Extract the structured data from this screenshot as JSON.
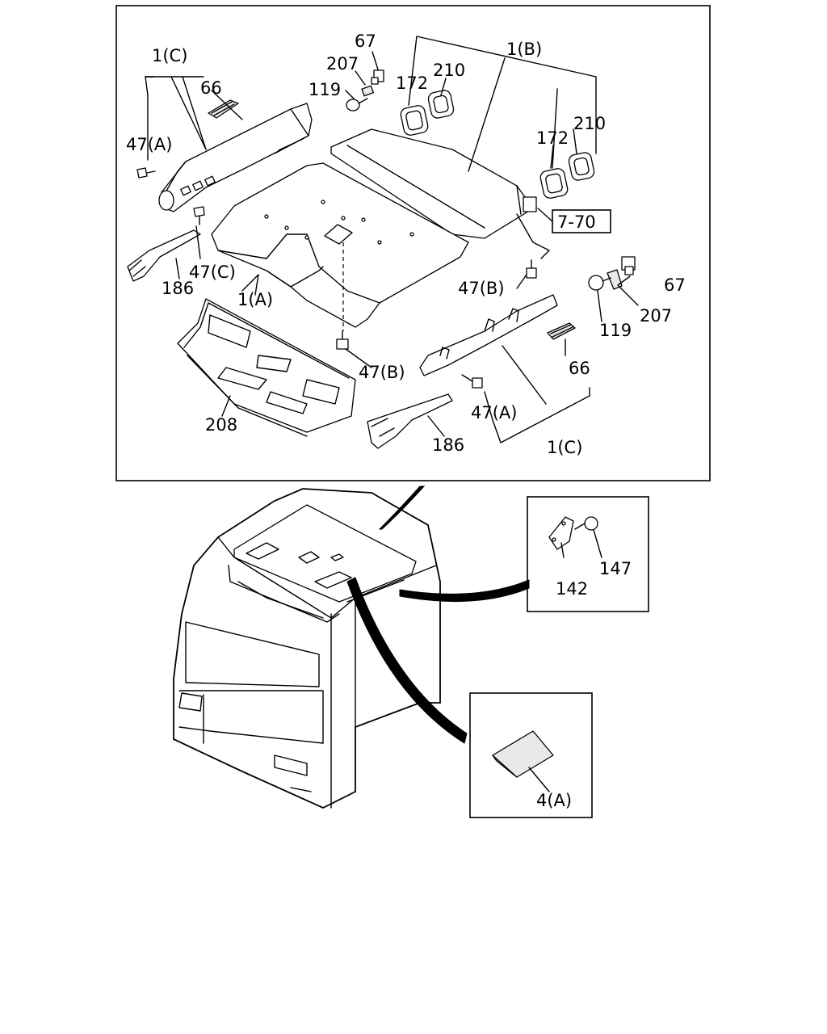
{
  "callouts": {
    "c_1C_top": "1(C)",
    "c_66_top": "66",
    "c_47A_top": "47(A)",
    "c_47C": "47(C)",
    "c_186_left": "186",
    "c_1A": "1(A)",
    "c_67_top": "67",
    "c_207_top": "207",
    "c_119_top": "119",
    "c_172_top": "172",
    "c_210_top": "210",
    "c_1B": "1(B)",
    "c_172_right": "172",
    "c_210_right": "210",
    "c_ref": "7-70",
    "c_47B_right": "47(B)",
    "c_67_right": "67",
    "c_119_right": "119",
    "c_207_right": "207",
    "c_47B_bottom": "47(B)",
    "c_66_bottom": "66",
    "c_47A_bottom": "47(A)",
    "c_1C_bottom": "1(C)",
    "c_186_bottom": "186",
    "c_208": "208",
    "c_147": "147",
    "c_142": "142",
    "c_4A": "4(A)"
  }
}
